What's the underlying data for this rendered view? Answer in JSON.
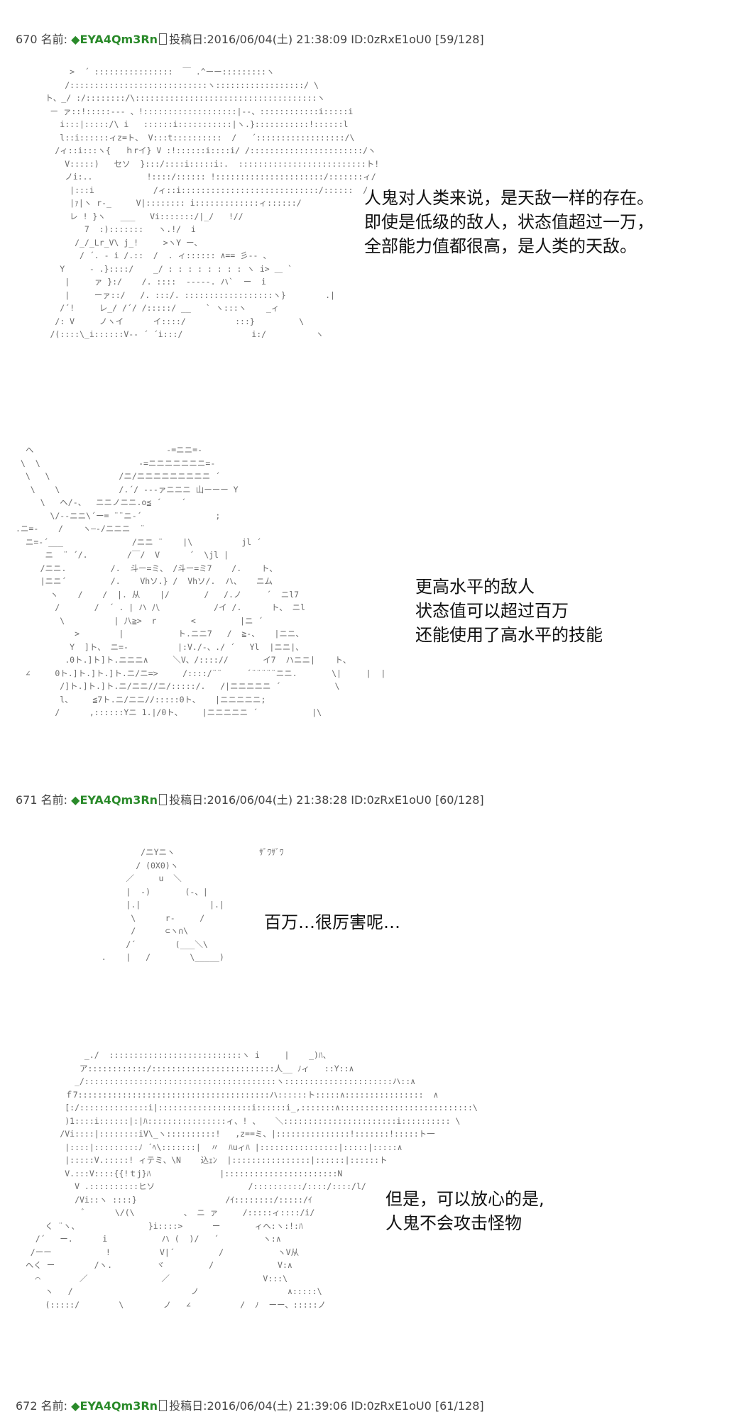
{
  "posts": [
    {
      "num": "670",
      "name_label": "名前:",
      "trip": "◆EYA4Qm3Rn",
      "date_label": "投稿日:",
      "datetime": "2016/06/04(土) 21:38:09",
      "id": "ID:0zRxE1oU0",
      "count": "[59/128]"
    },
    {
      "num": "671",
      "name_label": "名前:",
      "trip": "◆EYA4Qm3Rn",
      "date_label": "投稿日:",
      "datetime": "2016/06/04(土) 21:38:28",
      "id": "ID:0zRxE1oU0",
      "count": "[60/128]"
    },
    {
      "num": "672",
      "name_label": "名前:",
      "trip": "◆EYA4Qm3Rn",
      "date_label": "投稿日:",
      "datetime": "2016/06/04(土) 21:39:06",
      "id": "ID:0zRxE1oU0",
      "count": "[61/128]"
    }
  ],
  "captions": {
    "c1": [
      "人鬼对人类来说，是天敌一样的存在。",
      "即使是低级的敌人，状态值超过一万，",
      "全部能力值都很高，是人类的天敌。"
    ],
    "c2": [
      "更高水平的敌人",
      "状态值可以超过百万",
      "还能使用了高水平的技能"
    ],
    "c3": [
      "百万…很厉害呢…"
    ],
    "c4": [
      "但是，可以放心的是,",
      "人鬼不会攻击怪物"
    ]
  },
  "sfx": "ｻﾞﾜｻﾞﾜ",
  "art": {
    "a1": "           >  ´ ::::::::::::::::  ￣ .^ーー:::::::::ヽ\n          /::::::::::::::::::::::::::::ヽ::::::::::::::::::/ \\\n      ト、_/ :/::::::::/\\:::::::::::::::::::::::::::::::::::::ヽ\n       ー ァ::!:::::--- 、!:::::::::::::::::::|--、::::::::::::i:::::i\n         i:::|:::::/\\ i   ::::::i:::::::::::|ヽ.}:::::::::::!::::::l\n         l::i::::::ィz=ト、 V:::t::::::::::  /   ´::::::::::::::::::/\\\n        /ィ::i:::ヽ{   ｈrイ} V :!::::::i::::i/ /:::::::::::::::::::::::/ヽ\n          V:::::)   セソ  }:::/::::i:::::i:.  ::::::::::::::::::::::::::ト!\n          ノi:..           !::::/:::::: !::::::::::::::::::::::/:::::::ィ/\n           |:::i            /ィ::i::::::::::::::::::::::::::::/::::::  /\n           |ｧ|ヽ r-_     V|:::::::: i:::::::::::::ィ::::::/\n           レ ! }ヽ   ___   Vi:::::::/|_/   !//\n              7  :):::::::   ヽ.!/  i\n            /_/_Lr_V\\ j_!     >ヽY ー、\n             / ´. - i /.::  /  . ィ:::::: ∧== 彡-- 、\n         Y     - .}::::/    _/ : : : : : : : : ヽ i> ＿ `\n          |     ァ }:/    /. ::::  -----. ハ`  ー  i\n          |     ーァ::/   /. :::/. ::::::::::::::::::ヽ}        .|\n         /´!     レ_/ /´/ /:::::/ __   ` ヽ:::ヽ    _ィ\n        /: V     ノヽイ      イ::::/          :::}         \\\n       /(::::\\_i::::::V-- ´ ´i:::/              i:/          ヽ",
    "a2": "  ヘ                           -=ニニ=-\n \\  \\                    -=ニニニニニニニ=-\n  \\   \\              /ニ/ニニニニニニニニニ ´\n   \\    \\            /.´/ ---ァニニニ 山ーーー Y\n     \\   ヘ/-、  ニニノニニ.о≦ ´    ´\n       \\/--ニニ\\´ー= ¨¨ニ-´               ;\n.ニ=-    /    ヽ―-/ニニニ  ¨\n  ニ=-´___              /ニニ ¨    |\\          jl ´\n      ニ  ¨ ´/.        /￣/  V      ´  \\jl |\n     /ニニ.         /.  斗ー=ミ、 /斗ー=ミ7    /.    ト、\n     |ニニ´         /.    Vhソ.} /  Vhソ/.  ハ、   ニム\n       ヽ    /    /  |. 从    |/       /   /.ノ     ´  ニl7\n        /       /  ´ . | ハ 八           /イ /.      ト、 ニl\n         \\          | 八≧>  r       <         |ニ ´\n            >        |           ト.ニニ7   /  ≧-、   |ニニ、\n           Y  ]ト、 ニ=-          |:V./-、./ ´   Yl  |ニニ|、\n          .0ト.]ト]ト.ニニニ∧     ＼V、/:::://       イ7  ハニニ|    ト、\n  ∠     0ト.]ト.]ト.]ト.ニ/ニ=>     /::::/¨¨     ´¨¨¨¨¨ニニ.       \\|     |  |\n         /]ト.]ト.]ト.ニ/ニニ//ニ/:::::/.   /|ニニニニニ ´           \\\n         l、    ≦7ト.ニ/ニニ//:::::0ト、   |ニニニニニ;\n        /      ,::::::Yニ 1.|/0ト、    |ニニニニニ ´           |\\",
    "a3": "           /ニYニヽ\n          / (0X0)ヽ\n        ／     u  ＼\n        |  -)       (-、|\n        |.|              |.|\n         \\      r-     /\n         /      ⊂ヽ∩\\\n        /´        (___＼\\\n   .    |   /        \\_____)",
    "a4": "              _./  :::::::::::::::::::::::::::ヽ i     |    _)ﾊ、\n             ア::::::::::::/:::::::::::::::::::::::::人__ ﾉィ   ::Y::∧\n            _/:::::::::::::::::::::::::::::::::::::::ヽ::::::::::::::::::::::ハ::∧\n          ｆ7:::::::::::::::::::::::::::::::::::::::ハ::::::ト:::::∧::::::::::::::::  ∧\n          [:/::::::::::::::i|:::::::::::::::::::i::::::i_,:::::::∧:::::::::::::::::::::::::::\\\n          )1::::i::::::|:|ﾊ::::::::::::::::ィ、! 、   ＼:::::::::::::::::::::::i:::::::::: \\\n         /Vi::::|::::::::iV\\_ヽ::::::::::!   ,z==ミ、|:::::::::::::::!:::::::!:::::ト一\n          |::::|:::::::::ﾉ ´ﾍ\\:::::::|  〃  ﾊuィﾊ |::::::::::::::::|:::::|:::::∧\n          |:::::V.:::::! ィテミ、\\N    込ｪﾝ  |::::::::::::::::|::::::|::::::ト\n          V.:::V::::{{!ｔj}ﾊ              |:::::::::::::::::::::::N\n            V .::::::::::ヒソ                   /::::::::::/::::/::::/l/\n            /Vi::ヽ ::::}                  /ｲ::::::::/:::::/ｲ\n              ﾞ      \\/(\\          、 ニ ァ     /:::::ィ::::/i/\n      く ¨ヽ、              }i::::>      ー       ィヘ:ヽ:!:ﾊ\n    /´   ー.      i           ハ (  )/   ´         ヽ:∧\n   /ーー           !          V|´         /           ヽV从\n  ヘく ー        /ヽ.         ヾ         /             V:∧\n    ⌒        ／               ／                   V:::\\\n      ヽ   /                        ノ                  ∧:::::\\\n      (:::::/        \\        ノ   ∠          /  ﾉ  ーー、:::::ノ"
  }
}
